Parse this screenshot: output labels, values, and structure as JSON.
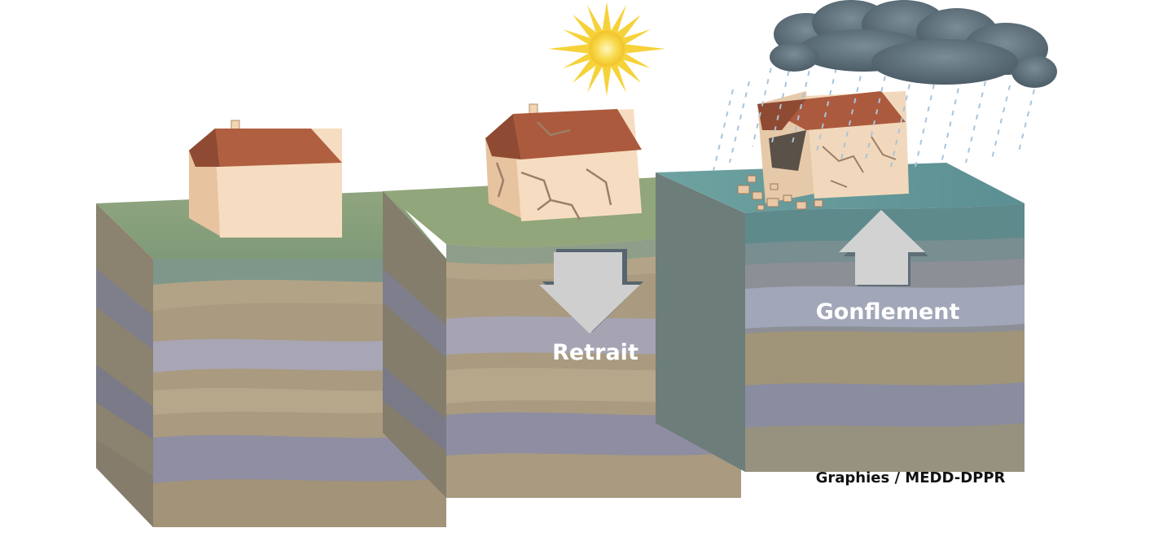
{
  "labels": {
    "retrait": "Retrait",
    "gonflement": "Gonflement",
    "credit": "Graphies / MEDD-DPPR"
  },
  "colors": {
    "background": "#ffffff",
    "grass": "#88a07a",
    "wet_ground": "#5f9494",
    "soil_tan": "#a99a80",
    "soil_purple": "#8d8b9d",
    "house_wall": "#f1d5b4",
    "roof": "#a4553b",
    "sun": "#f6d23a",
    "cloud": "#586a74",
    "rain": "#a9c4db",
    "arrow": "#cfcfd0",
    "label_text": "#ffffff",
    "credit_text": "#111111"
  },
  "icons": [
    "house-icon",
    "cracked-house-icon",
    "collapsed-house-icon",
    "sun-icon",
    "rain-cloud-icon",
    "arrow-down-icon",
    "arrow-up-icon"
  ]
}
